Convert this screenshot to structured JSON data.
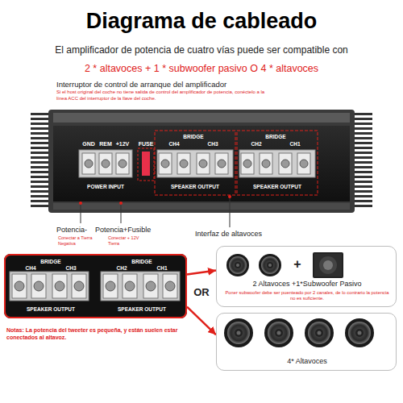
{
  "diagram": {
    "title": "Diagrama de cableado",
    "nodes": [
      {
        "text": [
          "BRIDGE",
          "CH4",
          "CH3",
          "BRIDGE",
          "CH2",
          "CH1",
          "SPEAKER OUTPUT",
          "SPEAKER OUTPUT"
        ]
      },
      {
        "text": [
          "+",
          "2 Altavoces +1*Subwoofer Pasivo",
          "Poner subwoofer debe ser puenteado por 2 canales, de lo contrario la potencia no es suficiente."
        ]
      },
      {
        "text": [
          "4* Altavoces"
        ]
      }
    ],
    "edges": [
      {
        "from": 0,
        "to": 1,
        "arrow": "to"
      },
      {
        "from": 0,
        "to": 2,
        "arrow": "to"
      }
    ],
    "labels": [
      "El amplificador de potencia de cuatro vías puede ser compatible con",
      "2 * altavoces + 1 * subwoofer pasivo O 4 * altavoces",
      "Interruptor de control de arranque del amplificador",
      "Si el host original del coche no tiene salida de control del amplificador de potencia, conéctelo a la línea ACC del interruptor de la llave del coche.",
      "GND",
      "REM",
      "+12V",
      "FUSE",
      "BRIDGE",
      "CH4",
      "CH3",
      "BRIDGE",
      "CH2",
      "CH1",
      "POWER INPUT",
      "SPEAKER OUTPUT",
      "SPEAKER OUTPUT",
      "Potencia-",
      "Conectar a Tierra Negativa",
      "Potencia+Fusible",
      "Conectar + 12V Tierra",
      "Interfaz de altavoces",
      "OR",
      "Notas: La potencia del tweeter es pequeña, y están suelen estar conectados al altavoz."
    ]
  }
}
